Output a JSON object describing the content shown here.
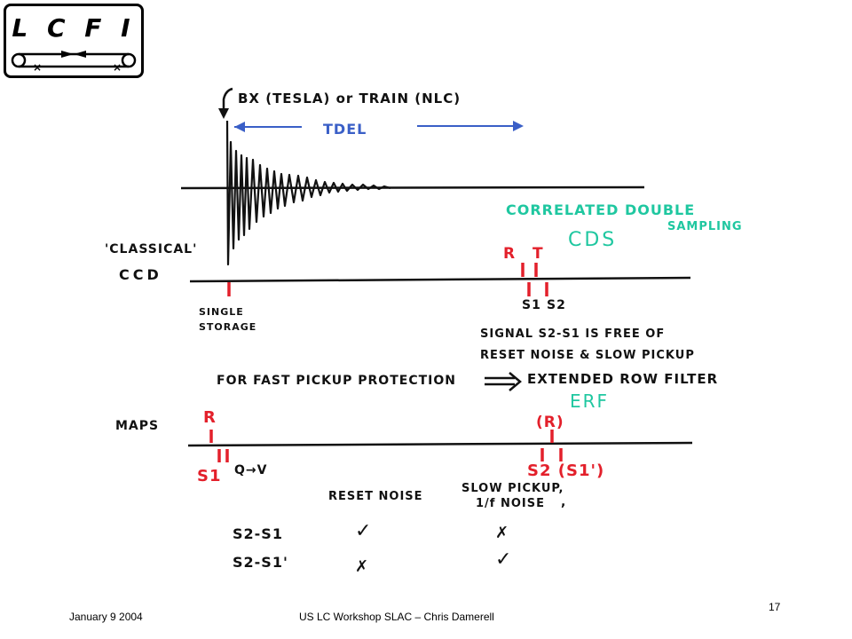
{
  "logo": {
    "text": "L C F I"
  },
  "diagram": {
    "bx_label": "BX (TESLA) or TRAIN (NLC)",
    "tdel_label": "TDEL",
    "cds_title_line1": "CORRELATED DOUBLE",
    "cds_title_line2": "SAMPLING",
    "cds_abbrev": "CDS",
    "classical_line1": "'CLASSICAL'",
    "classical_line2": "CCD",
    "single_storage_line1": "SINGLE",
    "single_storage_line2": "STORAGE",
    "r_label": "R",
    "t_label": "T",
    "s1_label": "S1",
    "s2_label": "S2",
    "signal_line1": "SIGNAL S2-S1 IS FREE OF",
    "signal_line2": "RESET NOISE & SLOW PICKUP",
    "fast_pickup_text": "FOR FAST PICKUP PROTECTION",
    "erf_long": "EXTENDED ROW FILTER",
    "erf_abbrev": "ERF",
    "maps_label": "MAPS",
    "maps_r": "R",
    "maps_s1": "S1",
    "q_to_v": "Q→V",
    "maps_r_paren": "(R)",
    "maps_s2_s1p": "S2 (S1')",
    "table": {
      "col1_header": "RESET NOISE",
      "col2_header_line1": "SLOW PICKUP,",
      "col2_header_line2": "1/f NOISE",
      "rows": [
        {
          "label": "S2-S1",
          "reset": "✓",
          "slow": "✗"
        },
        {
          "label": "S2-S1'",
          "reset": "✗",
          "slow": "✓"
        }
      ]
    }
  },
  "footer": {
    "date": "January 9 2004",
    "title": "US LC Workshop SLAC – Chris Damerell",
    "page": "17"
  }
}
